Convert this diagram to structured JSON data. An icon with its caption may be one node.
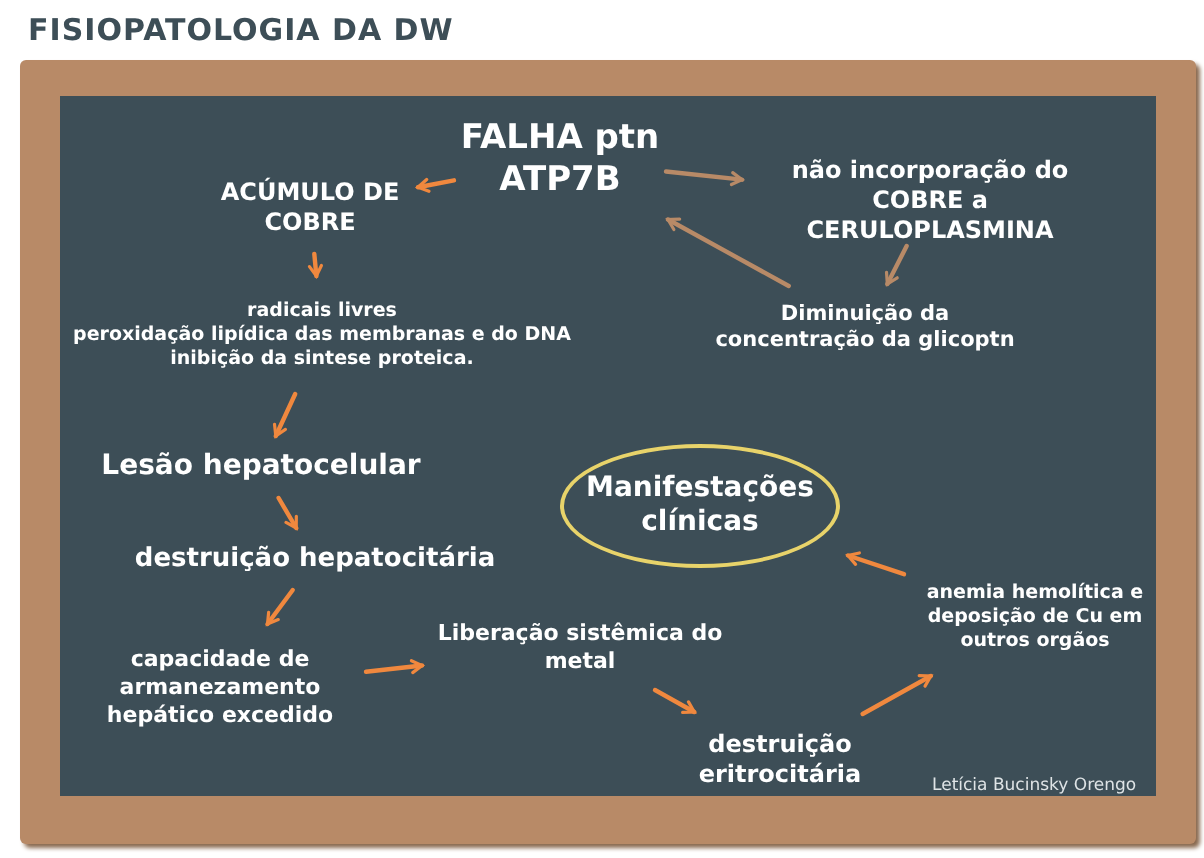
{
  "diagram": {
    "title": "FISIOPATOLOGIA DA DW",
    "nodes": [
      {
        "text": [
          "FALHA ptn ATP7B"
        ]
      },
      {
        "text": [
          "ACÚMULO DE COBRE"
        ]
      },
      {
        "text": [
          "não incorporação do COBRE a CERULOPLASMINA"
        ]
      },
      {
        "text": [
          "Diminuição da concentração da glicoptn"
        ]
      },
      {
        "text": [
          "radicais livres",
          "peroxidação lipídica das membranas e do DNA",
          "inibição da sintese proteica."
        ]
      },
      {
        "text": [
          "Lesão hepatocelular"
        ]
      },
      {
        "text": [
          "destruição hepatocitária"
        ]
      },
      {
        "text": [
          "capacidade de armanezamento hepático excedido"
        ]
      },
      {
        "text": [
          "Liberação sistêmica do metal"
        ]
      },
      {
        "text": [
          "destruição eritrocitária"
        ]
      },
      {
        "text": [
          "anemia hemolítica e deposição de Cu em outros orgãos"
        ]
      },
      {
        "text": [
          "Manifestações clínicas"
        ]
      }
    ],
    "edges": [
      {
        "from": 0,
        "to": 1,
        "arrow": "to"
      },
      {
        "from": 0,
        "to": 2,
        "arrow": "to",
        "color": "#b88a67"
      },
      {
        "from": 2,
        "to": 3,
        "arrow": "to",
        "color": "#b88a67"
      },
      {
        "from": 3,
        "to": 0,
        "arrow": "to",
        "color": "#b88a67"
      },
      {
        "from": 1,
        "to": 4,
        "arrow": "to"
      },
      {
        "from": 4,
        "to": 5,
        "arrow": "to"
      },
      {
        "from": 5,
        "to": 6,
        "arrow": "to"
      },
      {
        "from": 6,
        "to": 7,
        "arrow": "to"
      },
      {
        "from": 7,
        "to": 8,
        "arrow": "to"
      },
      {
        "from": 8,
        "to": 9,
        "arrow": "to"
      },
      {
        "from": 9,
        "to": 10,
        "arrow": "to"
      },
      {
        "from": 10,
        "to": 11,
        "arrow": "to"
      }
    ],
    "labels": [
      "Letícia Bucinsky Orengo"
    ]
  }
}
